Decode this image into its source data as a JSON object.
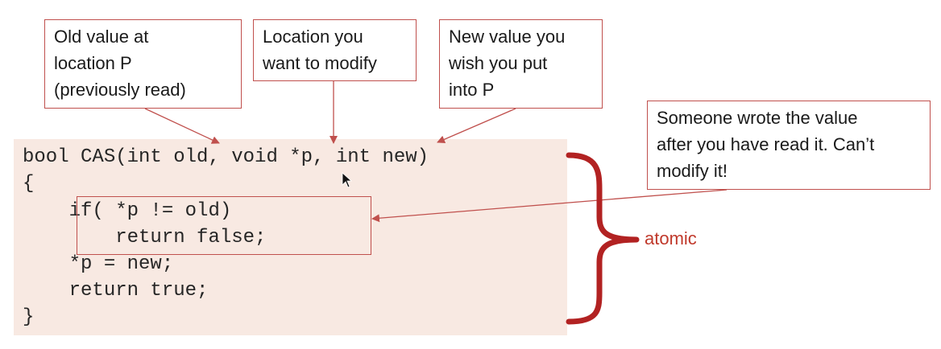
{
  "callouts": {
    "old_value": "Old value at\nlocation P\n(previously read)",
    "location": "Location you\nwant to modify",
    "new_value": "New value you\nwish you put\ninto P",
    "someone_wrote": "Someone wrote the value\nafter you have read it. Can’t\nmodify it!"
  },
  "code": {
    "signature": "bool CAS(int old, void *p, int new)",
    "open_brace": "{",
    "if_line": "    if( *p != old)",
    "return_false": "        return false;",
    "assign": "    *p = new;",
    "return_true": "    return true;",
    "close_brace": "}"
  },
  "atomic_label": "atomic",
  "colors": {
    "accent": "#c0504d",
    "brace": "#b22222",
    "code_bg": "#f8e9e2"
  }
}
